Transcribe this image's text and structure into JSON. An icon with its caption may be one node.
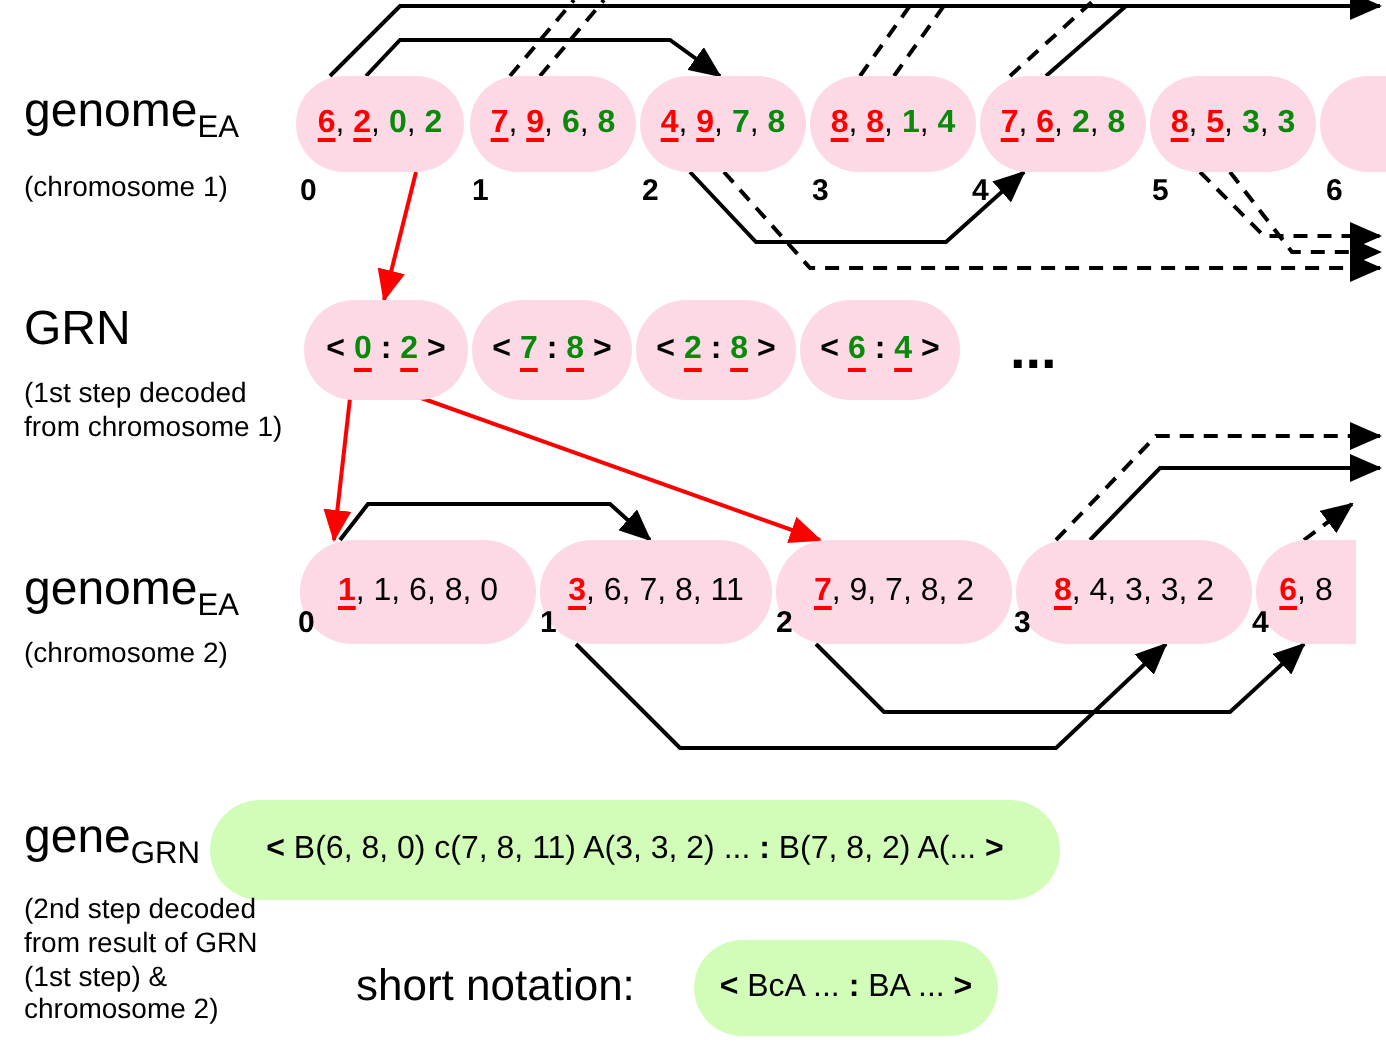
{
  "diagram": {
    "nodes": [
      {
        "text": [
          "6, 2, 0, 2"
        ]
      },
      {
        "text": [
          "7, 9, 6, 8"
        ]
      },
      {
        "text": [
          "4, 9, 7, 8"
        ]
      },
      {
        "text": [
          "8, 8, 1, 4"
        ]
      },
      {
        "text": [
          "7, 6, 2, 8"
        ]
      },
      {
        "text": [
          "8, 5, 3, 3"
        ]
      },
      {
        "text": [],
        "shape": "box"
      },
      {
        "text": [
          "< 0 : 2 >"
        ]
      },
      {
        "text": [
          "< 7 : 8 >"
        ]
      },
      {
        "text": [
          "< 2 : 8 >"
        ]
      },
      {
        "text": [
          "< 6 : 4 >"
        ]
      },
      {
        "text": [
          "1, 1, 6, 8, 0"
        ]
      },
      {
        "text": [
          "3, 6, 7, 8, 11"
        ]
      },
      {
        "text": [
          "7, 9, 7, 8, 2"
        ]
      },
      {
        "text": [
          "8, 4, 3, 3, 2"
        ]
      },
      {
        "text": [
          "6, 8"
        ]
      },
      {
        "text": [
          "**<** B(6, 8, 0) c(7, 8, 11) A(3, 3, 2) ... **:** B(7, 8, 2) A(... **>**"
        ]
      },
      {
        "text": [
          "**<** BcA ... **:** BA ... **>**"
        ]
      }
    ],
    "edges": [
      {
        "from": 0,
        "to": 7,
        "arrow": "to",
        "color": "#ff0000"
      },
      {
        "from": 7,
        "to": 11,
        "arrow": "to",
        "color": "#ff0000"
      },
      {
        "from": 7,
        "to": 13,
        "arrow": "to",
        "color": "#ff0000"
      },
      {
        "from": 0,
        "to": null,
        "arrow": "to"
      },
      {
        "from": 0,
        "to": 2,
        "arrow": "to"
      },
      {
        "from": 1,
        "to": null,
        "arrow": "none",
        "style": "dashed"
      },
      {
        "from": 1,
        "to": null,
        "arrow": "none",
        "style": "dashed"
      },
      {
        "from": 3,
        "to": null,
        "arrow": "none",
        "style": "dashed"
      },
      {
        "from": 3,
        "to": null,
        "arrow": "none",
        "style": "dashed"
      },
      {
        "from": 4,
        "to": null,
        "arrow": "none",
        "style": "dashed"
      },
      {
        "from": 4,
        "to": null,
        "arrow": "none"
      },
      {
        "from": 2,
        "to": 4,
        "arrow": "to"
      },
      {
        "from": 2,
        "to": null,
        "arrow": "to",
        "style": "dashed"
      },
      {
        "from": 5,
        "to": null,
        "arrow": "to",
        "style": "dashed"
      },
      {
        "from": 5,
        "to": null,
        "arrow": "to",
        "style": "dashed"
      },
      {
        "from": 11,
        "to": 12,
        "arrow": "to"
      },
      {
        "from": 14,
        "to": null,
        "arrow": "to",
        "style": "dashed"
      },
      {
        "from": 14,
        "to": null,
        "arrow": "to"
      },
      {
        "from": 15,
        "to": null,
        "arrow": "to",
        "style": "dashed"
      },
      {
        "from": 12,
        "to": 14,
        "arrow": "to"
      },
      {
        "from": 13,
        "to": 15,
        "arrow": "to"
      }
    ],
    "labels": [
      "genome$_{EA}$",
      "(chromosome 1)",
      "0",
      "1",
      "2",
      "3",
      "4",
      "5",
      "6",
      "GRN",
      "(1st step decoded from chromosome 1)",
      "...",
      "genome$_{EA}$",
      "(chromosome 2)",
      "0",
      "1",
      "2",
      "3",
      "4",
      "gene$_{GRN}$",
      "(2nd step decoded from result of GRN (1st step) & chromosome 2)",
      "short notation:"
    ]
  }
}
